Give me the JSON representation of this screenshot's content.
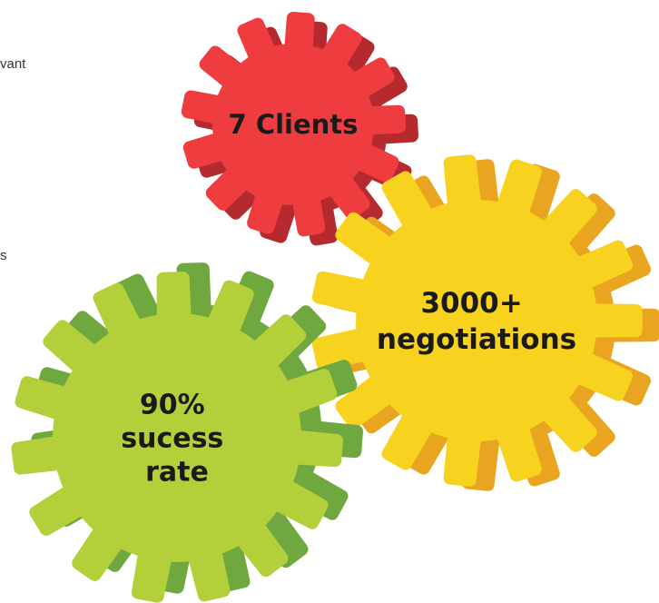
{
  "side_text": [
    "vant",
    "s"
  ],
  "gears": [
    {
      "id": "clients",
      "lines": [
        "7 Clients"
      ],
      "face_color": "#ee3c3f",
      "shadow_color": "#b42a2e"
    },
    {
      "id": "negotiations",
      "lines": [
        "3000+",
        "negotiations"
      ],
      "face_color": "#f7d320",
      "shadow_color": "#eaa520"
    },
    {
      "id": "success-rate",
      "lines": [
        "90%",
        "sucess",
        "rate"
      ],
      "face_color": "#b3cf3a",
      "shadow_color": "#6ea83e"
    }
  ]
}
